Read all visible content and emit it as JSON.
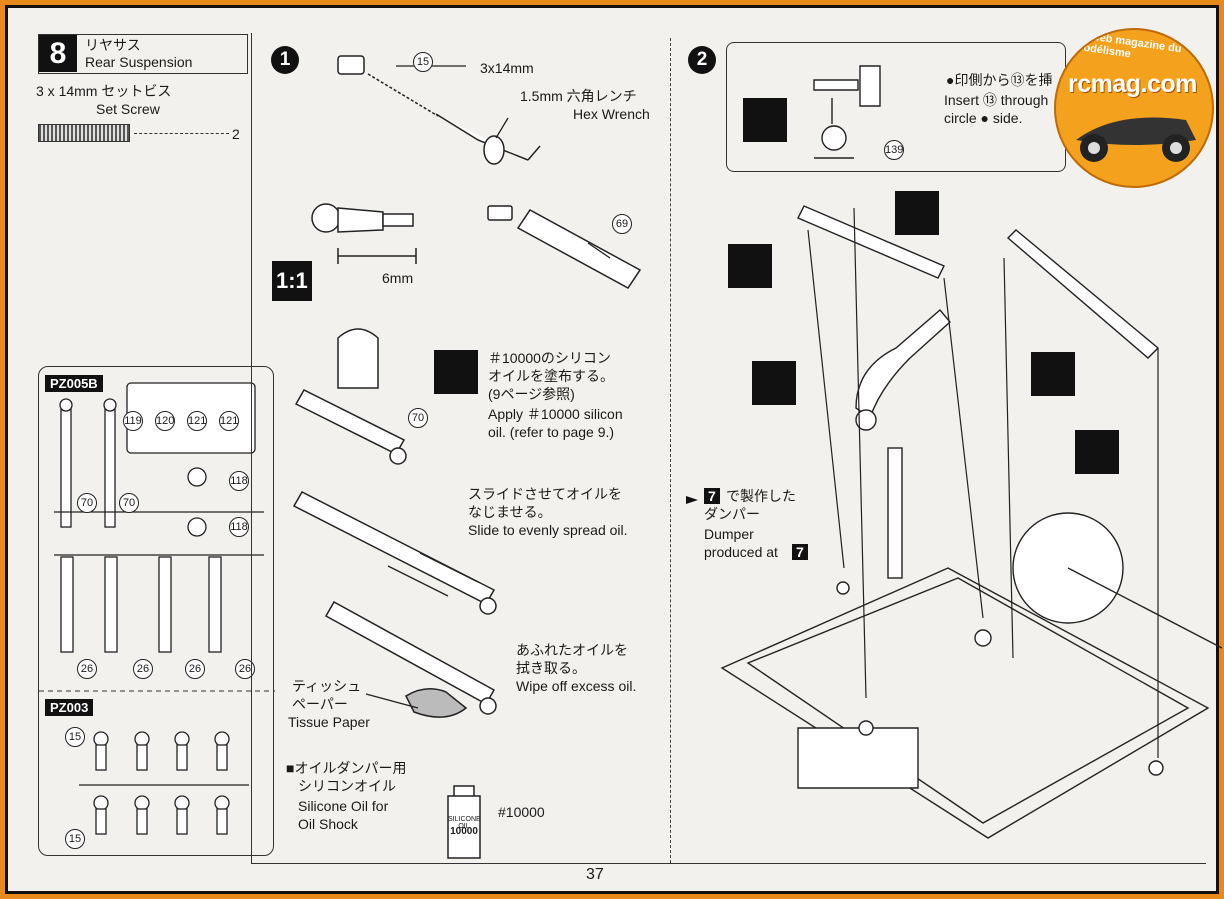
{
  "step": {
    "number": "8",
    "title_jp": "リヤサス",
    "title_en": "Rear Suspension"
  },
  "parts_list": {
    "label_jp": "3 x 14mm セットビス",
    "label_en": "Set Screw",
    "qty": "2"
  },
  "sprue_a": {
    "name": "PZ005B",
    "nums": [
      "119",
      "120",
      "121",
      "121",
      "118",
      "118"
    ],
    "n70": "70",
    "n26": "26"
  },
  "sprue_b": {
    "name": "PZ003",
    "n15": "15"
  },
  "step1": {
    "num": "1",
    "screw_label": "3x14mm",
    "wrench_jp": "1.5mm 六角レンチ",
    "wrench_en": "Hex Wrench",
    "part15": "15",
    "part69": "69",
    "part70": "70",
    "scale": "1:1",
    "length": "6mm",
    "oil_jp1": "＃10000のシリコン",
    "oil_jp2": "オイルを塗布する。",
    "oil_jp3": "(9ページ参照)",
    "oil_en1": "Apply ＃10000 silicon",
    "oil_en2": "oil. (refer to page 9.)",
    "slide_jp1": "スライドさせてオイルを",
    "slide_jp2": "なじませる。",
    "slide_en": "Slide to evenly spread oil.",
    "wipe_jp1": "あふれたオイルを",
    "wipe_jp2": "拭き取る。",
    "wipe_en": "Wipe off excess oil.",
    "tissue_jp1": "ティッシュ",
    "tissue_jp2": "ペーパー",
    "tissue_en": "Tissue Paper",
    "silicone_jp1": "■オイルダンパー用",
    "silicone_jp2": "シリコンオイル",
    "silicone_en1": "Silicone Oil for",
    "silicone_en2": "Oil Shock",
    "bottle_code": "#10000",
    "bottle_label": "SILICONE OIL",
    "bottle_value": "10000"
  },
  "step2": {
    "num": "2",
    "insert_jp": "●印側から⑬を挿",
    "insert_en1": "Insert ⑬ through",
    "insert_en2": "circle ● side.",
    "part139": "139",
    "dumper_jp1": "で製作した",
    "dumper_jp2": "ダンパー",
    "dumper_en1": "Dumper",
    "dumper_en2": "produced at",
    "step_ref": "7"
  },
  "page_number": "37",
  "logo": {
    "main": "rcmag.com",
    "tagline": "Le web magazine du modélisme"
  },
  "colors": {
    "frame": "#e8891c",
    "paper": "#f3f1ee",
    "ink": "#111111"
  }
}
